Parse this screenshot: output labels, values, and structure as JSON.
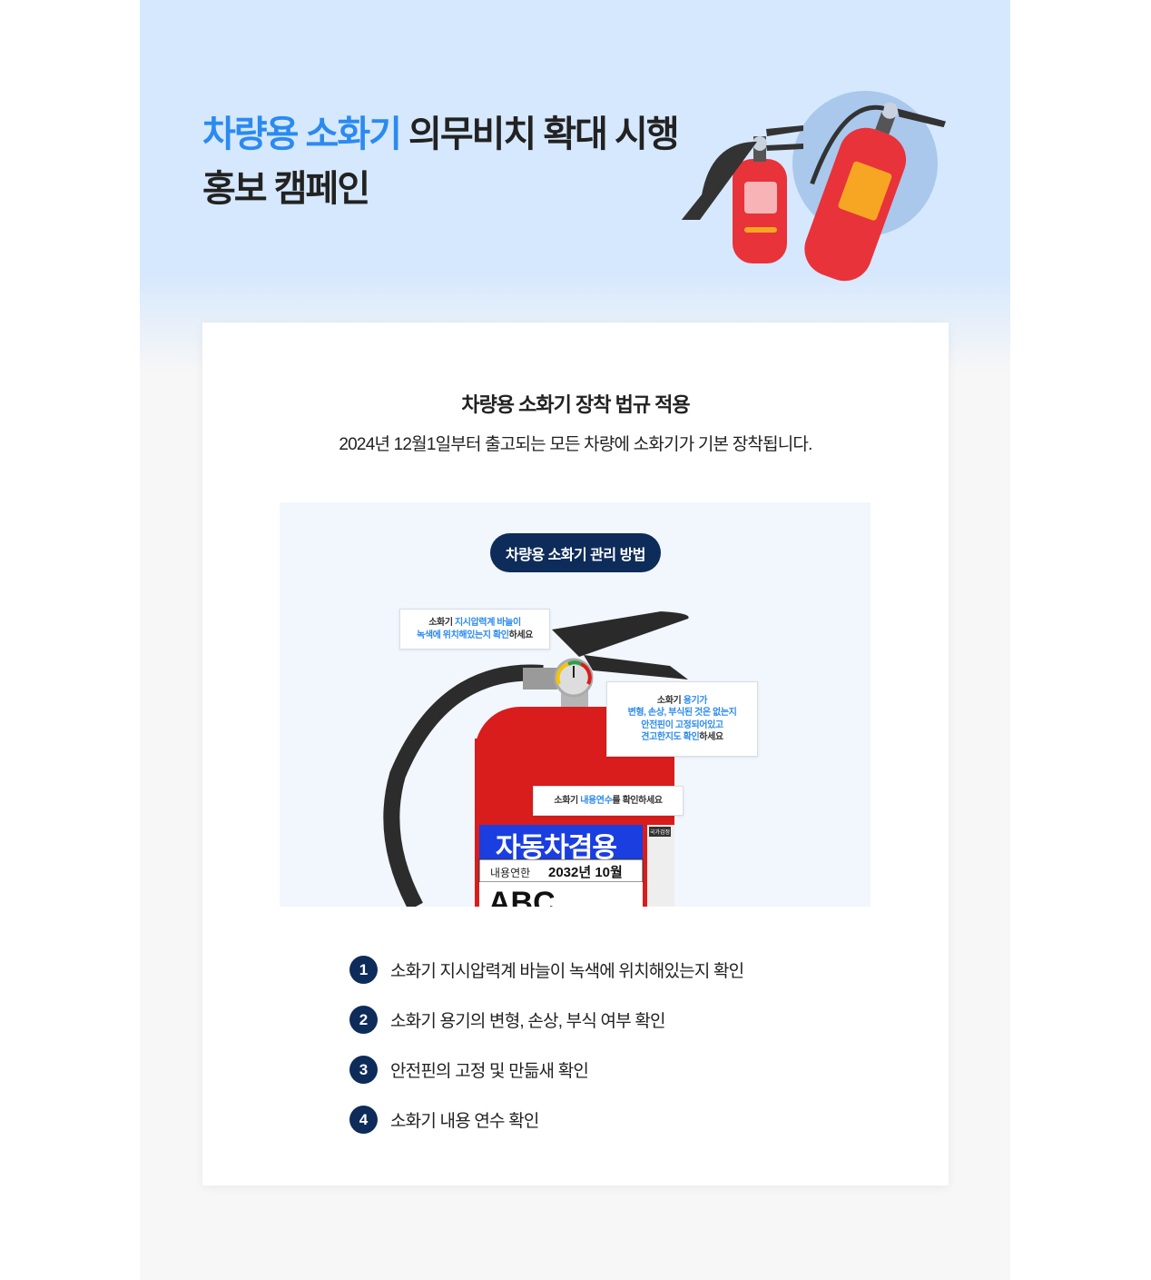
{
  "hero": {
    "title_highlight": "차량용 소화기",
    "title_rest": " 의무비치 확대 시행",
    "title_line2": "홍보 캠페인"
  },
  "section": {
    "heading": "차량용 소화기 장착 법규 적용",
    "subtitle": "2024년 12월1일부터 출고되는 모든 차량에 소화기가 기본 장착됩니다."
  },
  "illustration": {
    "pill": "차량용 소화기 관리 방법",
    "bubble1": {
      "pre": "소화기 ",
      "hl1": "지시압력계 바늘이",
      "hl2": "녹색에 위치해있는지 확인",
      "post": "하세요"
    },
    "bubble2": {
      "pre": "소화기 ",
      "hl1": "용기가",
      "hl2": "변형, 손상, 부식된 것은 없는지",
      "hl3": "안전핀이 고정되어있고",
      "hl4": "견고한지도 확인",
      "post": "하세요"
    },
    "bubble3": {
      "pre": "소화기 ",
      "hl": "내용연수",
      "post": "를 확인하세요"
    },
    "label_title": "자동차겸용",
    "label_life": "내용연한",
    "label_date": "2032년 10월",
    "label_class": "ABC",
    "side_tag": "국가검정"
  },
  "checklist": [
    {
      "num": "1",
      "text": "소화기 지시압력계 바늘이 녹색에 위치해있는지 확인"
    },
    {
      "num": "2",
      "text": "소화기 용기의 변형, 손상, 부식 여부 확인"
    },
    {
      "num": "3",
      "text": "안전핀의 고정 및 만듦새 확인"
    },
    {
      "num": "4",
      "text": "소화기 내용 연수 확인"
    }
  ],
  "colors": {
    "accent": "#2b8af0",
    "navy": "#0e2c5a",
    "hero_bg": "#d6e8fd"
  }
}
